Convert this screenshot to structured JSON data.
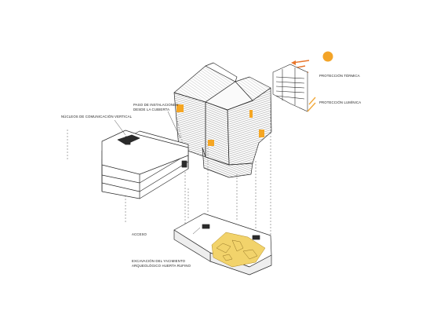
{
  "labels": {
    "vertical_communication": "NÚCLEOS DE COMUNICACIÓN VERTICAL",
    "installations_line1": "PASO DE INSTALACIONES",
    "installations_line2": "DESDE LA CUBIERTA",
    "thermal_protection": "PROTECCIÓN TÉRMICA",
    "light_protection": "PROTECCIÓN LUMÍNICA",
    "access": "ACCESO",
    "excavation_line1": "EXCAVACIÓN DEL YACIMIENTO",
    "excavation_line2": "ARQUEOLÓGICO HUERTA RUFINO"
  },
  "colors": {
    "accent_orange": "#f5a623",
    "sun": "#f3a428",
    "line": "#2b2b2b",
    "excavation_fill": "#f2d36b"
  }
}
